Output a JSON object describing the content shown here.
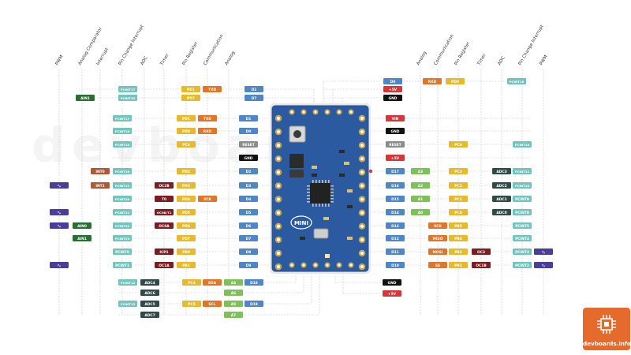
{
  "colors": {
    "pcint": "#72c4bd",
    "adc": "#2f4a47",
    "timer": "#7a1e22",
    "pin_reg": "#e7b92d",
    "comm": "#e0762c",
    "analog": "#7ec05a",
    "digital": "#4f86c6",
    "interrupt": "#ad5a35",
    "comparator": "#2a6e33",
    "pwm": "#4a3e9a",
    "power_red": "#d53838",
    "ground": "#111111",
    "reset": "#8c8c8c",
    "board": "#2c5aa0",
    "board_edge": "#234e8e",
    "header_gold": "#c9a84b",
    "leader": "#c7c7c7"
  },
  "left_headers": [
    "PWM",
    "Analog Comparator",
    "Interrupt",
    "Pin Change Interrupt",
    "ADC",
    "Timer",
    "Pin Register",
    "Communication",
    "Analog"
  ],
  "right_headers": [
    "Analog",
    "Communication",
    "Pin Register",
    "Timer",
    "ADC",
    "Pin Change Interrupt",
    "PWM"
  ],
  "board_label": "MINI",
  "watermark": "devboards",
  "logo_text": "devboards.info",
  "pwm_symbol": "∿",
  "top_left": [
    {
      "pcint": "PCINT17",
      "pin_reg": "PD1",
      "comm": "TXD",
      "digital": "D1"
    },
    {
      "comparator": "AIN1",
      "pcint": "PCINT23",
      "pin_reg": "PD7",
      "digital": "D7"
    }
  ],
  "top_right": [
    {
      "digital": "D0",
      "comm": "RXD",
      "pin_reg": "PD0",
      "pcint": "PCINT16"
    },
    {
      "power": "+5V"
    },
    {
      "ground": "GND"
    }
  ],
  "left_rows": [
    {
      "pcint": "PCINT17",
      "pin_reg": "PD1",
      "comm": "TXD",
      "digital": "D1"
    },
    {
      "pcint": "PCINT16",
      "pin_reg": "PD0",
      "comm": "RXD",
      "digital": "D0"
    },
    {
      "pcint": "PCINT14",
      "pin_reg": "PC6",
      "reset": "RESET"
    },
    {
      "ground": "GND"
    },
    {
      "interrupt": "INT0",
      "pcint": "PCINT18",
      "pin_reg": "PD2",
      "digital": "D2"
    },
    {
      "pwm": true,
      "interrupt": "INT1",
      "pcint": "PCINT19",
      "timer": "OC2B",
      "pin_reg": "PD3",
      "digital": "D3"
    },
    {
      "pcint": "PCINT20",
      "timer": "T0",
      "pin_reg": "PD4",
      "comm": "XCK",
      "digital": "D4"
    },
    {
      "pwm": true,
      "pcint": "PCINT21",
      "timer": "OC0B/T1",
      "pin_reg": "PD5",
      "digital": "D5"
    },
    {
      "pwm": true,
      "comparator": "AIN0",
      "pcint": "PCINT22",
      "timer": "OC0A",
      "pin_reg": "PD6",
      "digital": "D6"
    },
    {
      "comparator": "AIN1",
      "pcint": "PCINT23",
      "pin_reg": "PD7",
      "digital": "D7"
    },
    {
      "pcint": "PCINT0",
      "timer": "ICP1",
      "pin_reg": "PB0",
      "digital": "D8"
    },
    {
      "pwm": true,
      "pcint": "PCINT1",
      "timer": "OC1A",
      "pin_reg": "PB1",
      "digital": "D9"
    }
  ],
  "right_rows": [
    {
      "power": "VIN"
    },
    {
      "ground": "GND"
    },
    {
      "reset": "RESET",
      "pin_reg": "PC6",
      "pcint": "PCINT14"
    },
    {
      "power": "+5V"
    },
    {
      "digital": "D17",
      "analog": "A3",
      "pin_reg": "PC3",
      "adc": "ADC3",
      "pcint": "PCINT11"
    },
    {
      "digital": "D16",
      "analog": "A2",
      "pin_reg": "PC2",
      "adc": "ADC2",
      "pcint": "PCINT10"
    },
    {
      "digital": "D15",
      "analog": "A1",
      "pin_reg": "PC1",
      "adc": "ADC1",
      "pcint": "PCINT9"
    },
    {
      "digital": "D14",
      "analog": "A0",
      "pin_reg": "PC0",
      "adc": "ADC0",
      "pcint": "PCINT8"
    },
    {
      "digital": "D13",
      "comm": "SCK",
      "pin_reg": "PB5",
      "pcint": "PCINT5"
    },
    {
      "digital": "D12",
      "comm": "MISO",
      "pin_reg": "PB4",
      "pcint": "PCINT4"
    },
    {
      "digital": "D11",
      "comm": "MOSI",
      "pin_reg": "PB3",
      "timer": "OC2",
      "pcint": "PCINT3",
      "pwm": true
    },
    {
      "digital": "D10",
      "comm": "SS",
      "pin_reg": "PB2",
      "timer": "OC1B",
      "pcint": "PCINT2",
      "pwm": true
    }
  ],
  "bottom_left": [
    {
      "pcint": "PCINT12",
      "adc": "ADC4",
      "pin_reg": "PC4",
      "comm": "SDA",
      "analog": "A4",
      "digital": "D18"
    },
    {
      "adc": "ADC6",
      "analog": "A6"
    },
    {
      "pcint": "PCINT13",
      "adc": "ADC5",
      "pin_reg": "PC5",
      "comm": "SCL",
      "analog": "A5",
      "digital": "D19"
    },
    {
      "adc": "ADC7",
      "analog": "A7"
    }
  ],
  "bottom_right": [
    {
      "ground": "GND"
    },
    {
      "power": "+5V"
    }
  ]
}
